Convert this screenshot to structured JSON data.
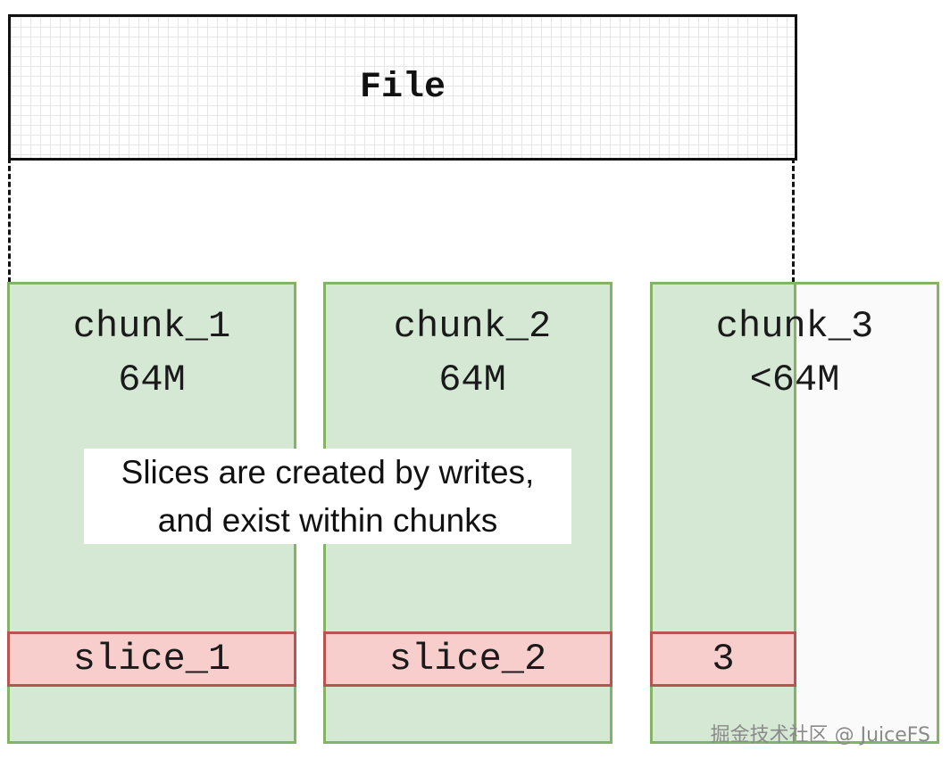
{
  "file": {
    "label": "File"
  },
  "chunks": [
    {
      "name": "chunk_1",
      "size": "64M"
    },
    {
      "name": "chunk_2",
      "size": "64M"
    },
    {
      "name": "chunk_3",
      "size": "<64M"
    }
  ],
  "slices": [
    {
      "label": "slice_1"
    },
    {
      "label": "slice_2"
    },
    {
      "label": "3"
    }
  ],
  "note": {
    "line1": "Slices are created by writes,",
    "line2": "and exist within chunks"
  },
  "watermark": "掘金技术社区 @ JuiceFS",
  "colors": {
    "chunk_fill": "#d5e8d4",
    "chunk_border": "#82b366",
    "slice_fill": "#f8cecc",
    "slice_border": "#b85450",
    "file_border": "#111111"
  }
}
